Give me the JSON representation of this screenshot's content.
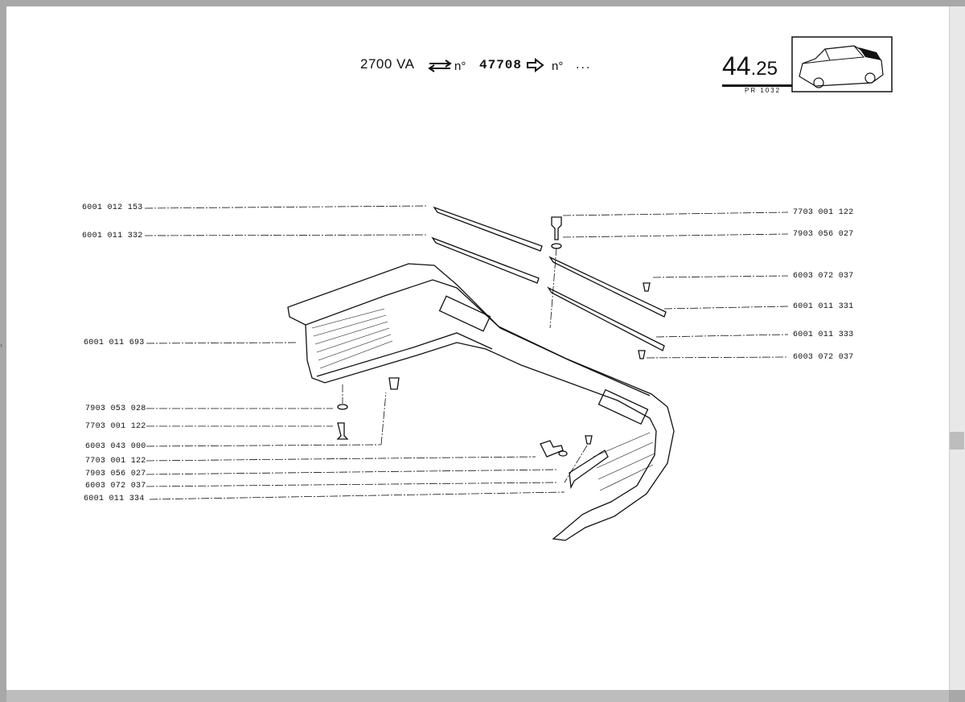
{
  "header": {
    "model": "2700 VA",
    "number_prefix": "n°",
    "serial": "47708",
    "number_prefix_2": "n°",
    "ellipsis": "...",
    "page_number_major": "44",
    "page_number_minor": ".25",
    "page_ref": "PR 1032"
  },
  "icons": {
    "range_start": "double-arrow-icon",
    "range_end": "right-arrow-icon",
    "thumbnail": "car-thumbnail-icon"
  },
  "parts_left": [
    "6001 012 153",
    "6001 011 332",
    "6001 011 693",
    "7903 053 028",
    "7703 001 122",
    "6003 043 000",
    "7703 001 122",
    "7903 056 027",
    "6003 072 037",
    "6001 011 334"
  ],
  "parts_right": [
    "7703 001 122",
    "7903 056 027",
    "6003 072 037",
    "6001 011 331",
    "6001 011 333",
    "6003 072 037"
  ]
}
